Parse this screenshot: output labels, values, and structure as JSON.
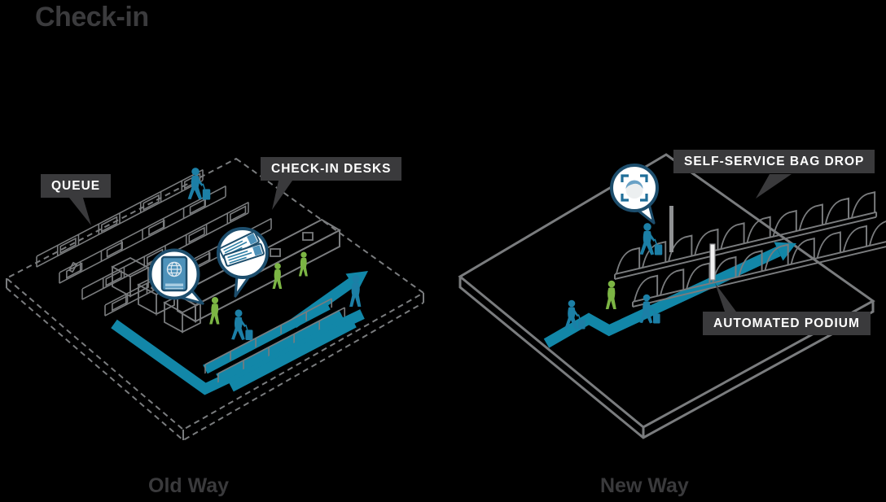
{
  "title": "Check-in",
  "panels": {
    "old": {
      "caption": "Old Way",
      "callouts": {
        "queue": "QUEUE",
        "checkin_desks": "CHECK-IN DESKS"
      },
      "bubble_icons": [
        "passport",
        "boarding-passes"
      ]
    },
    "new": {
      "caption": "New Way",
      "callouts": {
        "bag_drop": "SELF-SERVICE BAG DROP",
        "automated_podium": "AUTOMATED PODIUM"
      },
      "bubble_icons": [
        "face-scan"
      ]
    }
  },
  "colors": {
    "background": "#000000",
    "title_text": "#3b3b3d",
    "callout_bg": "#3a3a3c",
    "callout_text": "#ffffff",
    "outline_gray": "#7a7c7e",
    "path_teal": "#1287a8",
    "traveler_blue": "#1c7fa6",
    "staff_green": "#7cb544",
    "bubble_border": "#1d4e6d"
  }
}
